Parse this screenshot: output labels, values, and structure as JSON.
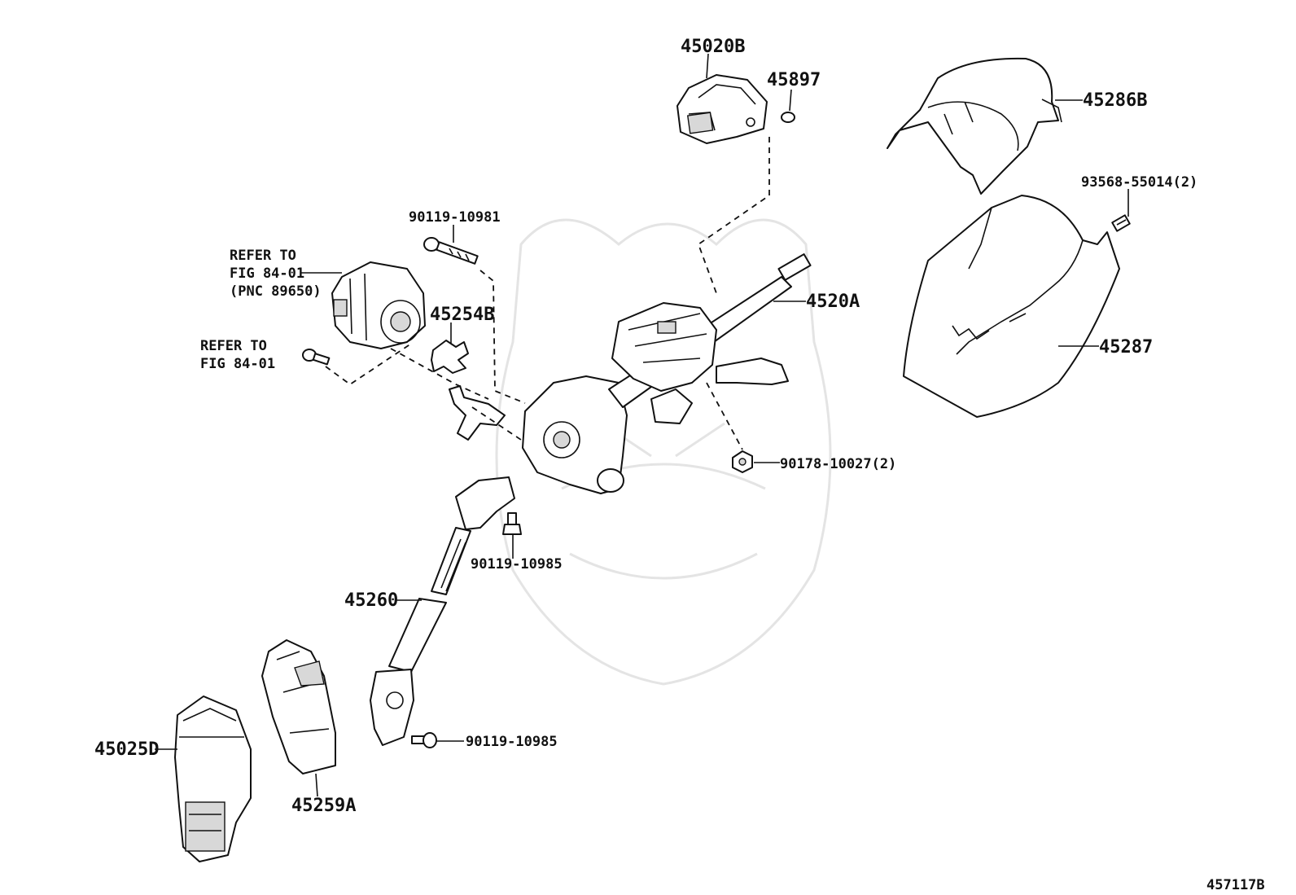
{
  "diagram": {
    "callouts": {
      "p45020B": "45020B",
      "p45897": "45897",
      "p45286B": "45286B",
      "p93568": "93568-55014(2)",
      "p90119_10981": "90119-10981",
      "p4520A": "4520A",
      "p45287": "45287",
      "p45254B": "45254B",
      "p90178": "90178-10027(2)",
      "p90119_10985_a": "90119-10985",
      "p45260": "45260",
      "p90119_10985_b": "90119-10985",
      "p45025D": "45025D",
      "p45259A": "45259A"
    },
    "refer_1": {
      "line1": "REFER TO",
      "line2": "FIG 84-01",
      "line3": "(PNC 89650)"
    },
    "refer_2": {
      "line1": "REFER TO",
      "line2": "FIG 84-01"
    },
    "figure_code": "457117B"
  }
}
